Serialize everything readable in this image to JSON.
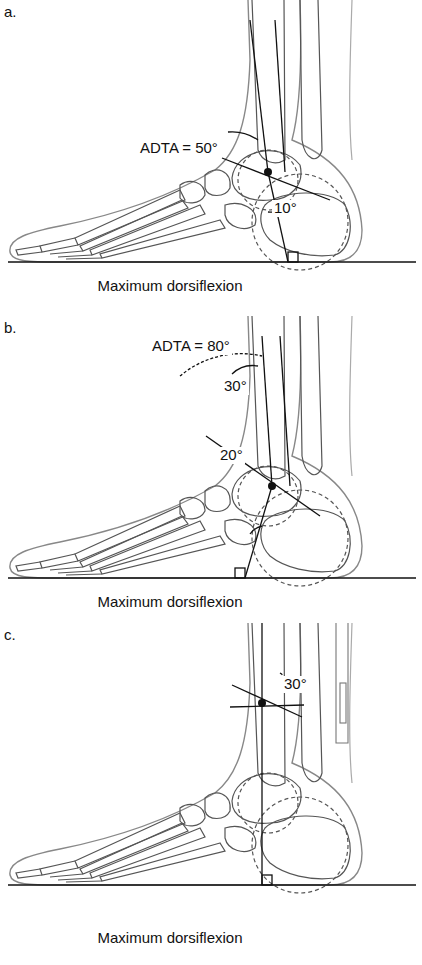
{
  "diagram": {
    "labels": [
      "a.",
      "ADTA = 50°",
      "10°",
      "Maximum dorsiflexion",
      "b.",
      "ADTA = 80°",
      "30°",
      "20°",
      "Maximum dorsiflexion",
      "c.",
      "30°",
      "Maximum dorsiflexion"
    ]
  }
}
